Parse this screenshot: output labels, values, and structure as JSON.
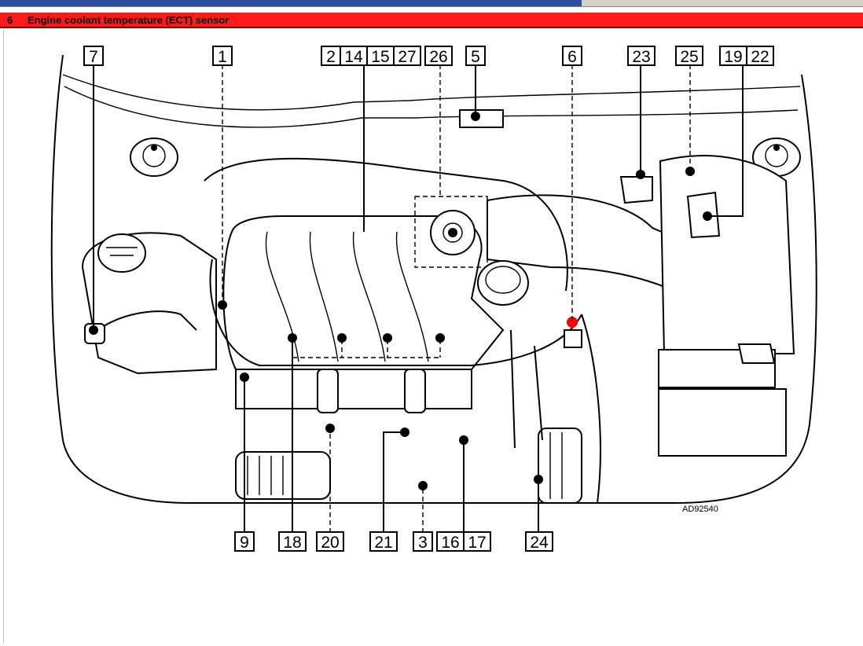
{
  "window": {
    "section_number": "6",
    "title": "Engine coolant temperature (ECT) sensor"
  },
  "diagram": {
    "figure_code": "AD92540",
    "highlight_color": "#ff0000",
    "titlebar_color": "#ff1a1a",
    "top_labels": [
      {
        "id": "t7",
        "text": "7"
      },
      {
        "id": "t1",
        "text": "1"
      },
      {
        "id": "t2",
        "text": "2"
      },
      {
        "id": "t14",
        "text": "14"
      },
      {
        "id": "t15",
        "text": "15"
      },
      {
        "id": "t27",
        "text": "27"
      },
      {
        "id": "t26",
        "text": "26"
      },
      {
        "id": "t5",
        "text": "5"
      },
      {
        "id": "t6",
        "text": "6"
      },
      {
        "id": "t23",
        "text": "23"
      },
      {
        "id": "t25",
        "text": "25"
      },
      {
        "id": "t19",
        "text": "19"
      },
      {
        "id": "t22",
        "text": "22"
      }
    ],
    "bottom_labels": [
      {
        "id": "b9",
        "text": "9"
      },
      {
        "id": "b18",
        "text": "18"
      },
      {
        "id": "b20",
        "text": "20"
      },
      {
        "id": "b21",
        "text": "21"
      },
      {
        "id": "b3",
        "text": "3"
      },
      {
        "id": "b16",
        "text": "16"
      },
      {
        "id": "b17",
        "text": "17"
      },
      {
        "id": "b24",
        "text": "24"
      }
    ]
  }
}
